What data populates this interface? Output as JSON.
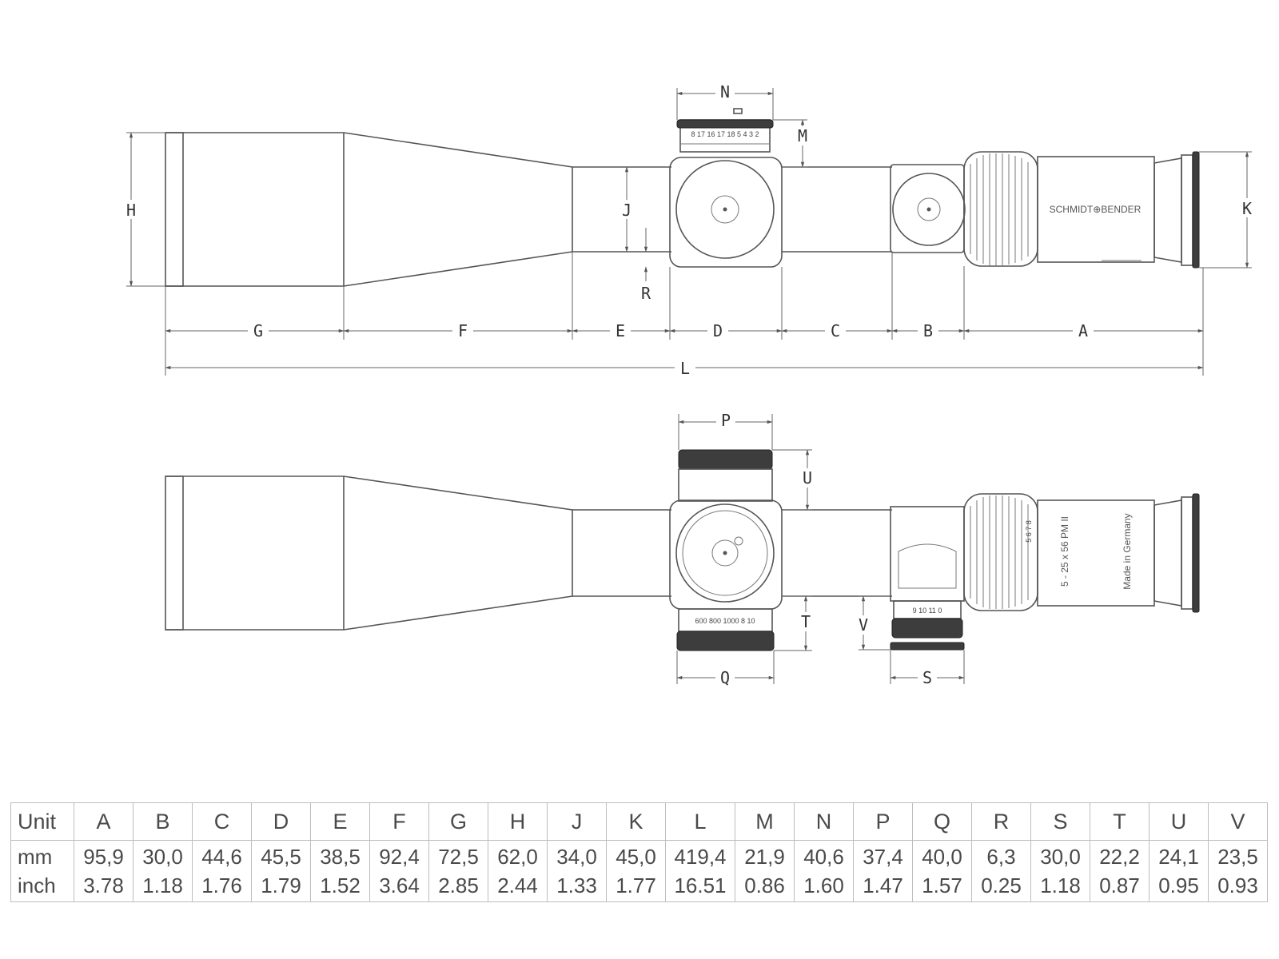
{
  "drawing": {
    "labels": {
      "A": "A",
      "B": "B",
      "C": "C",
      "D": "D",
      "E": "E",
      "F": "F",
      "G": "G",
      "H": "H",
      "J": "J",
      "K": "K",
      "L": "L",
      "M": "M",
      "N": "N",
      "P": "P",
      "Q": "Q",
      "R": "R",
      "S": "S",
      "T": "T",
      "U": "U",
      "V": "V"
    },
    "brand": "SCHMIDT⊕BENDER",
    "model": "5 - 25 x 56 PM II",
    "origin": "Made in Germany",
    "turret_top_scale": "8 17 16 17 18 5 4 3 2",
    "turret_bottom_scale": "600 800 1000 8 10",
    "side_scale": "9 10 11 0",
    "zoom_scale": "5 6 7 8"
  },
  "table": {
    "columns": [
      "Unit",
      "A",
      "B",
      "C",
      "D",
      "E",
      "F",
      "G",
      "H",
      "J",
      "K",
      "L",
      "M",
      "N",
      "P",
      "Q",
      "R",
      "S",
      "T",
      "U",
      "V"
    ],
    "rows": [
      {
        "unit": "mm",
        "values": [
          "95,9",
          "30,0",
          "44,6",
          "45,5",
          "38,5",
          "92,4",
          "72,5",
          "62,0",
          "34,0",
          "45,0",
          "419,4",
          "21,9",
          "40,6",
          "37,4",
          "40,0",
          "6,3",
          "30,0",
          "22,2",
          "24,1",
          "23,5"
        ]
      },
      {
        "unit": "inch",
        "values": [
          "3.78",
          "1.18",
          "1.76",
          "1.79",
          "1.52",
          "3.64",
          "2.85",
          "2.44",
          "1.33",
          "1.77",
          "16.51",
          "0.86",
          "1.60",
          "1.47",
          "1.57",
          "0.25",
          "1.18",
          "0.87",
          "0.95",
          "0.93"
        ]
      }
    ]
  }
}
